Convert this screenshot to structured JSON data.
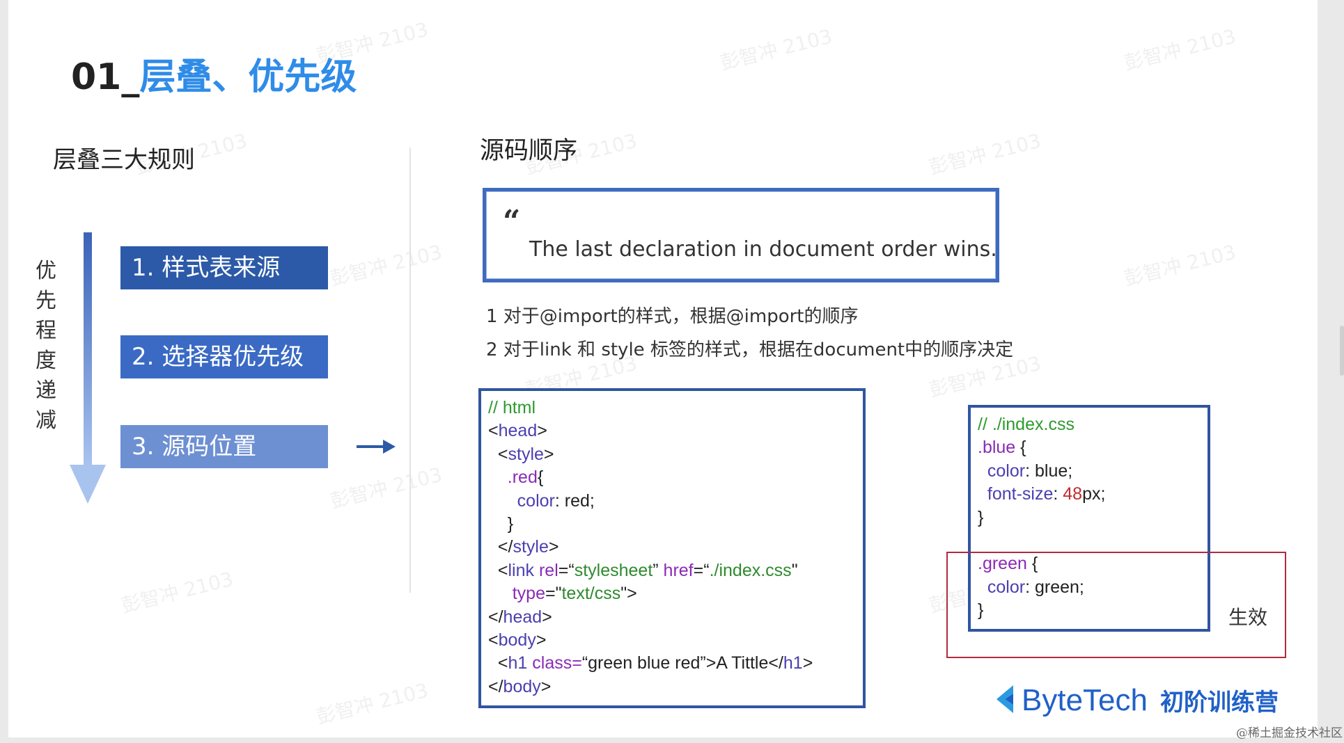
{
  "title": {
    "num": "01_",
    "text": "层叠、优先级"
  },
  "left": {
    "heading": "层叠三大规则",
    "vertical_label": [
      "优",
      "先",
      "程",
      "度",
      "递",
      "减"
    ],
    "rules": [
      "1. 样式表来源",
      "2. 选择器优先级",
      "3. 源码位置"
    ]
  },
  "right": {
    "heading": "源码顺序",
    "quote_mark": "“",
    "quote": "The last declaration in document order wins.",
    "notes": [
      "1 对于@import的样式，根据@import的顺序",
      "2 对于link 和 style 标签的样式，根据在document中的顺序决定"
    ],
    "effect_label": "生效"
  },
  "code_html": [
    [
      {
        "t": "// html",
        "c": "com"
      }
    ],
    [
      {
        "t": "<",
        "c": "plain"
      },
      {
        "t": "head",
        "c": "tag"
      },
      {
        "t": ">",
        "c": "plain"
      }
    ],
    [
      {
        "t": "  <",
        "c": "plain"
      },
      {
        "t": "style",
        "c": "tag"
      },
      {
        "t": ">",
        "c": "plain"
      }
    ],
    [
      {
        "t": "    .red",
        "c": "attr"
      },
      {
        "t": "{",
        "c": "plain"
      }
    ],
    [
      {
        "t": "      color",
        "c": "tag"
      },
      {
        "t": ": red;",
        "c": "plain"
      }
    ],
    [
      {
        "t": "    }",
        "c": "plain"
      }
    ],
    [
      {
        "t": "  </",
        "c": "plain"
      },
      {
        "t": "style",
        "c": "tag"
      },
      {
        "t": ">",
        "c": "plain"
      }
    ],
    [
      {
        "t": "  <",
        "c": "plain"
      },
      {
        "t": "link ",
        "c": "tag"
      },
      {
        "t": "rel",
        "c": "attr"
      },
      {
        "t": "=“",
        "c": "plain"
      },
      {
        "t": "stylesheet",
        "c": "str"
      },
      {
        "t": "” ",
        "c": "plain"
      },
      {
        "t": "href",
        "c": "attr"
      },
      {
        "t": "=“",
        "c": "plain"
      },
      {
        "t": "./index.css",
        "c": "str"
      },
      {
        "t": "\"",
        "c": "plain"
      }
    ],
    [
      {
        "t": "     type",
        "c": "attr"
      },
      {
        "t": "=\"",
        "c": "plain"
      },
      {
        "t": "text/css",
        "c": "str"
      },
      {
        "t": "\">",
        "c": "plain"
      }
    ],
    [
      {
        "t": "</",
        "c": "plain"
      },
      {
        "t": "head",
        "c": "tag"
      },
      {
        "t": ">",
        "c": "plain"
      }
    ],
    [
      {
        "t": "<",
        "c": "plain"
      },
      {
        "t": "body",
        "c": "tag"
      },
      {
        "t": ">",
        "c": "plain"
      }
    ],
    [
      {
        "t": "  <",
        "c": "plain"
      },
      {
        "t": "h1 ",
        "c": "tag"
      },
      {
        "t": "class=",
        "c": "attr"
      },
      {
        "t": "“green blue red”>A Tittle</",
        "c": "plain"
      },
      {
        "t": "h1",
        "c": "tag"
      },
      {
        "t": ">",
        "c": "plain"
      }
    ],
    [
      {
        "t": "</",
        "c": "plain"
      },
      {
        "t": "body",
        "c": "tag"
      },
      {
        "t": ">",
        "c": "plain"
      }
    ]
  ],
  "code_css": [
    [
      {
        "t": "// ./index.css",
        "c": "com"
      }
    ],
    [
      {
        "t": ".blue",
        "c": "attr"
      },
      {
        "t": " {",
        "c": "plain"
      }
    ],
    [
      {
        "t": "  color",
        "c": "tag"
      },
      {
        "t": ": blue;",
        "c": "plain"
      }
    ],
    [
      {
        "t": "  font-size",
        "c": "tag"
      },
      {
        "t": ": ",
        "c": "plain"
      },
      {
        "t": "48",
        "c": "num"
      },
      {
        "t": "px;",
        "c": "plain"
      }
    ],
    [
      {
        "t": "}",
        "c": "plain"
      }
    ],
    [
      {
        "t": "",
        "c": "plain"
      }
    ],
    [
      {
        "t": ".green",
        "c": "attr"
      },
      {
        "t": " {",
        "c": "plain"
      }
    ],
    [
      {
        "t": "  color",
        "c": "tag"
      },
      {
        "t": ": green;",
        "c": "plain"
      }
    ],
    [
      {
        "t": "}",
        "c": "plain"
      }
    ]
  ],
  "brand": {
    "name": "ByteTech",
    "cn": "初阶训练营"
  },
  "watermark": "彭智冲 2103",
  "credit": "@稀土掘金技术社区",
  "colors": {
    "title_blue": "#2f8ce8",
    "rule_dark": "#2c5aa8",
    "rule_mid": "#3a6ac4",
    "rule_light": "#6d90d3",
    "box_border": "#2f55a0",
    "highlight_red": "#b02a3f"
  }
}
